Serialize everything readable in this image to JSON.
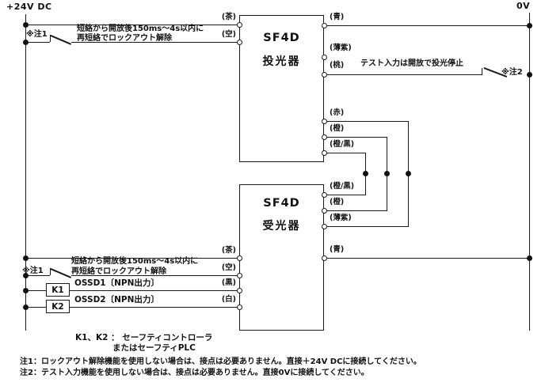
{
  "rails": {
    "left_label": "+24V DC",
    "right_label": "0V"
  },
  "emitter": {
    "model": "SF4D",
    "role": "投光器",
    "pin_brown": "(茶)",
    "pin_sky": "(空)",
    "pin_blue": "(青)",
    "pin_lightpurple": "(薄紫)",
    "pin_pink": "(桃)",
    "pin_red": "(赤)",
    "pin_orange": "(橙)",
    "pin_orangeblack": "(橙/黒)"
  },
  "receiver": {
    "model": "SF4D",
    "role": "受光器",
    "pin_orangeblack": "(橙/黒)",
    "pin_orange": "(橙)",
    "pin_lightpurple": "(薄紫)",
    "pin_blue": "(青)",
    "pin_brown": "(茶)",
    "pin_sky": "(空)",
    "pin_black": "(黒)",
    "pin_white": "(白)"
  },
  "annotations": {
    "lockout_line1": "短絡から開放後150ms〜4s以内に",
    "lockout_line2": "再短絡でロックアウト解除",
    "note1_marker": "※注1",
    "note2_marker": "※注2",
    "test_input": "テスト入力は開放で投光停止",
    "ossd1": "OSSD1〔NPN出力〕",
    "ossd2": "OSSD2〔NPN出力〕",
    "k1": "K1",
    "k2": "K2",
    "caption_line1": "K1、K2 ： セーフティコントローラ",
    "caption_line2": "またはセーフティPLC",
    "footnote1": "注1：ロックアウト解除機能を使用しない場合は、接点は必要ありません。直接＋24V DCに接続してください。",
    "footnote2": "注2：テスト入力機能を使用しない場合は、接点は必要ありません。直接0Vに接続してください。"
  }
}
